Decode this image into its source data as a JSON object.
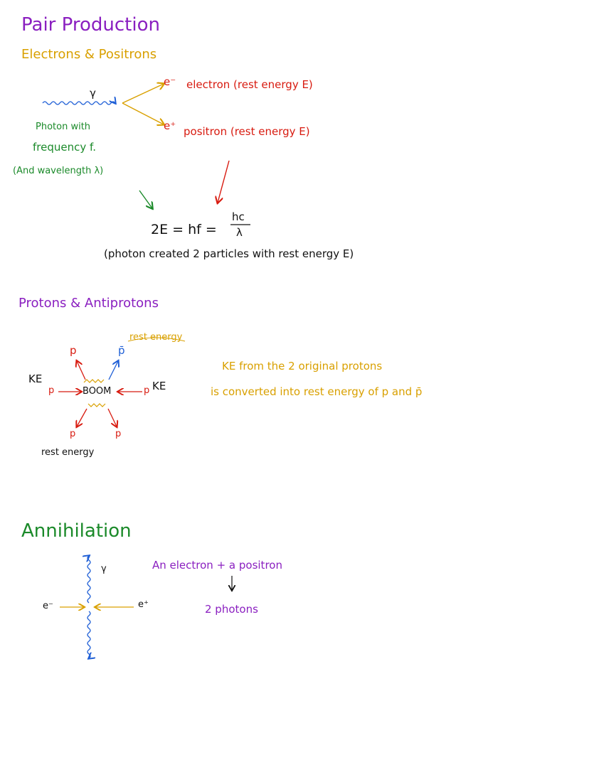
{
  "colors": {
    "title": "#8a1fc0",
    "section": "#d9a000",
    "electron": "#d81b10",
    "photon_text": "#1b8a2a",
    "wave": "#1f5fd6",
    "equation": "#111111"
  },
  "pair_production": {
    "title": "Pair Production",
    "electrons_heading": "Electrons & Positrons",
    "gamma": "γ",
    "e_minus": "e⁻",
    "e_plus": "e⁺",
    "electron_label": "electron (rest energy E)",
    "positron_label": "positron (rest energy E)",
    "photon_line1": "Photon with",
    "photon_line2": "frequency f.",
    "photon_line3": "(And wavelength λ)",
    "equation": "2E = hf =",
    "eq_num": "hc",
    "eq_den": "λ",
    "equation_note": "(photon created 2 particles with rest energy E)"
  },
  "protons": {
    "heading": "Protons & Antiprotons",
    "ke_left": "KE",
    "ke_right": "KE",
    "p_left": "p",
    "p_right": "p",
    "p_top": "p",
    "pbar_top": "p̄",
    "p_bottom_left": "p",
    "p_bottom_right": "p",
    "boom": "BOOM",
    "rest_energy_top": "rest energy",
    "rest_energy_bottom": "rest energy",
    "note_line1": "KE from the 2 original protons",
    "note_line2": "is converted into rest energy of p and p̄"
  },
  "annihilation": {
    "title": "Annihilation",
    "gamma": "γ",
    "e_minus": "e⁻",
    "e_plus": "e⁺",
    "line1": "An electron + a positron",
    "line2": "2 photons"
  }
}
